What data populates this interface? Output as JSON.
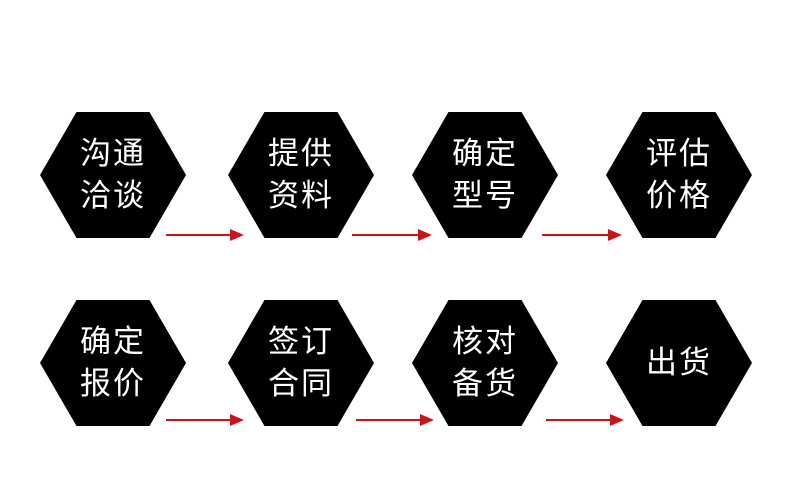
{
  "colors": {
    "background": "#ffffff",
    "node_fill": "#000000",
    "node_text": "#ffffff",
    "arrow": "#c8151b"
  },
  "steps": [
    {
      "line1": "沟通",
      "line2": "洽谈"
    },
    {
      "line1": "提供",
      "line2": "资料"
    },
    {
      "line1": "确定",
      "line2": "型号"
    },
    {
      "line1": "评估",
      "line2": "价格"
    },
    {
      "line1": "确定",
      "line2": "报价"
    },
    {
      "line1": "签订",
      "line2": "合同"
    },
    {
      "line1": "核对",
      "line2": "备货"
    },
    {
      "line1": "出货",
      "line2": ""
    }
  ]
}
